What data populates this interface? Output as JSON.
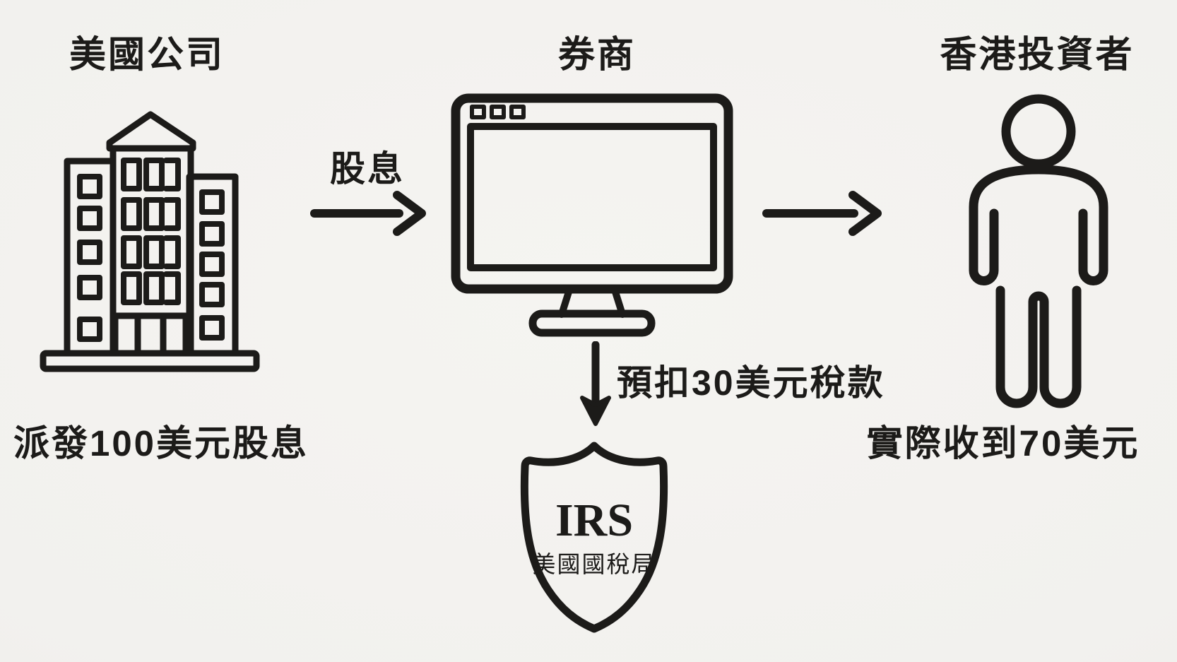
{
  "diagram": {
    "background_color": "#f2f1ee",
    "ink_color": "#1c1b19",
    "company": {
      "title": "美國公司",
      "caption": "派發100美元股息",
      "icon": "building-icon"
    },
    "broker": {
      "title": "券商",
      "icon": "monitor-icon"
    },
    "investor": {
      "title": "香港投資者",
      "caption": "實際收到70美元",
      "icon": "person-icon"
    },
    "irs": {
      "acronym": "IRS",
      "name": "美國國稅局",
      "icon": "shield-icon"
    },
    "flows": {
      "company_to_broker": {
        "label": "股息",
        "icon": "arrow-right-icon"
      },
      "broker_to_investor": {
        "label": "",
        "icon": "arrow-right-icon"
      },
      "broker_to_irs": {
        "label": "預扣30美元稅款",
        "icon": "arrow-down-icon"
      }
    }
  }
}
